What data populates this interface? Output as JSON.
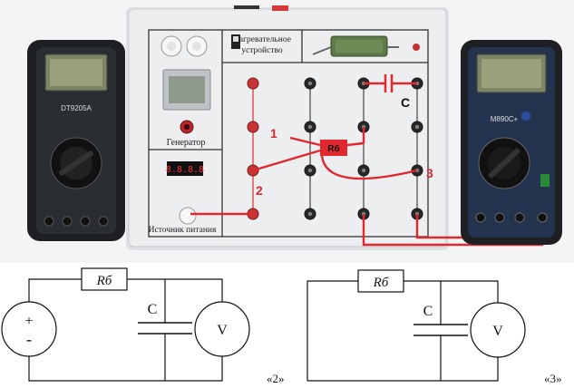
{
  "panel": {
    "heater_label_line1": "Нагревательное",
    "heater_label_line2": "устройство",
    "generator_label": "Генератор",
    "power_source_label": "Источник питания",
    "capacitor_label": "C",
    "resistor_label": "Rб"
  },
  "multimeters": {
    "left_model": "DT9205A",
    "right_model": "M890C+"
  },
  "wire_markers": {
    "marker_1": "1",
    "marker_2": "2",
    "marker_3": "3"
  },
  "schematic_2": {
    "resistor_label": "Rб",
    "capacitor_label": "C",
    "voltmeter_label": "V",
    "plus_sign": "+",
    "minus_sign": "-",
    "caption": "«2»"
  },
  "schematic_3": {
    "resistor_label": "Rб",
    "capacitor_label": "C",
    "voltmeter_label": "V",
    "caption": "«3»"
  },
  "colors": {
    "wire_red": "#e0282e",
    "board_white": "#ecedef",
    "multimeter_black": "#1d1f22",
    "right_meter_accent": "#2a4f9c",
    "lcd_green": "#9aa17a"
  }
}
